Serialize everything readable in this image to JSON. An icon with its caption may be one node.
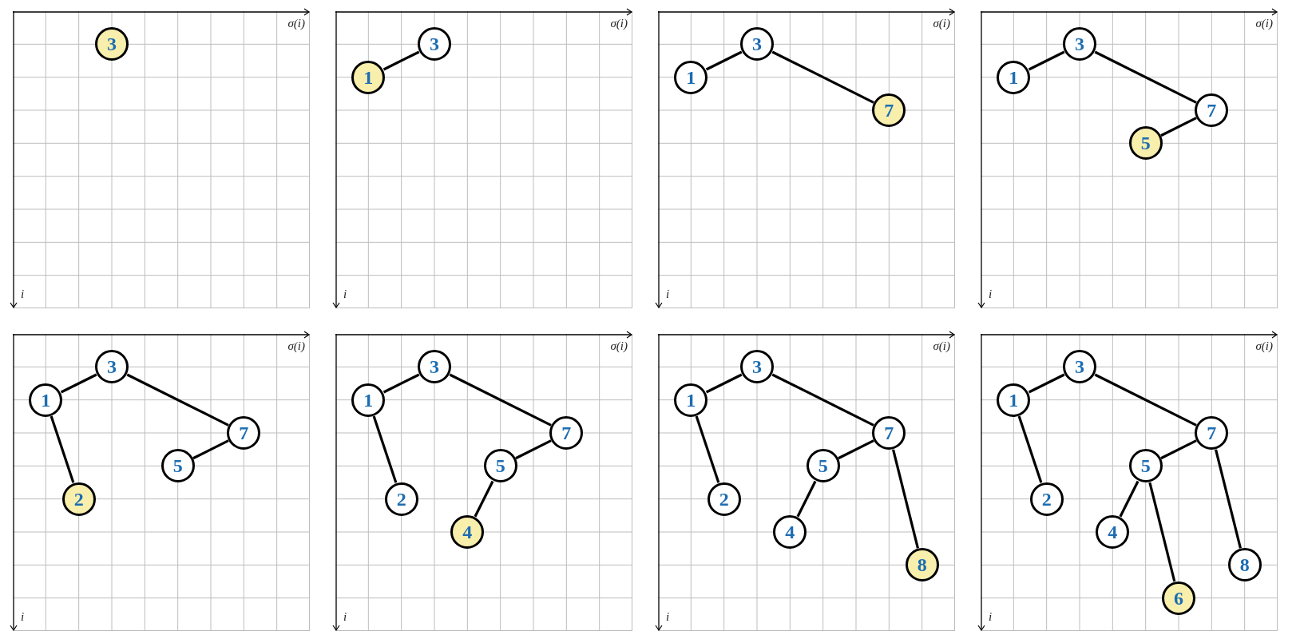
{
  "diagram": {
    "nodes": [
      {
        "text": [
          "σ(i)",
          "i"
        ]
      },
      {
        "text": [
          "3"
        ],
        "in": 0
      },
      {
        "text": [
          "σ(i)",
          "i"
        ]
      },
      {
        "text": [
          "3"
        ],
        "in": 2
      },
      {
        "text": [
          "1"
        ],
        "in": 2
      },
      {
        "text": [
          "σ(i)",
          "i"
        ]
      },
      {
        "text": [
          "3"
        ],
        "in": 5
      },
      {
        "text": [
          "1"
        ],
        "in": 5
      },
      {
        "text": [
          "7"
        ],
        "in": 5
      },
      {
        "text": [
          "σ(i)",
          "i"
        ]
      },
      {
        "text": [
          "3"
        ],
        "in": 9
      },
      {
        "text": [
          "1"
        ],
        "in": 9
      },
      {
        "text": [
          "7"
        ],
        "in": 9
      },
      {
        "text": [
          "5"
        ],
        "in": 9
      },
      {
        "text": [
          "σ(i)",
          "i"
        ]
      },
      {
        "text": [
          "3"
        ],
        "in": 14
      },
      {
        "text": [
          "1"
        ],
        "in": 14
      },
      {
        "text": [
          "7"
        ],
        "in": 14
      },
      {
        "text": [
          "5"
        ],
        "in": 14
      },
      {
        "text": [
          "2"
        ],
        "in": 14
      },
      {
        "text": [
          "σ(i)",
          "i"
        ]
      },
      {
        "text": [
          "3"
        ],
        "in": 20
      },
      {
        "text": [
          "1"
        ],
        "in": 20
      },
      {
        "text": [
          "7"
        ],
        "in": 20
      },
      {
        "text": [
          "5"
        ],
        "in": 20
      },
      {
        "text": [
          "2"
        ],
        "in": 20
      },
      {
        "text": [
          "4"
        ],
        "in": 20
      },
      {
        "text": [
          "σ(i)",
          "i"
        ]
      },
      {
        "text": [
          "3"
        ],
        "in": 27
      },
      {
        "text": [
          "1"
        ],
        "in": 27
      },
      {
        "text": [
          "7"
        ],
        "in": 27
      },
      {
        "text": [
          "5"
        ],
        "in": 27
      },
      {
        "text": [
          "2"
        ],
        "in": 27
      },
      {
        "text": [
          "4"
        ],
        "in": 27
      },
      {
        "text": [
          "8"
        ],
        "in": 27
      },
      {
        "text": [
          "σ(i)",
          "i"
        ]
      },
      {
        "text": [
          "3"
        ],
        "in": 35
      },
      {
        "text": [
          "1"
        ],
        "in": 35
      },
      {
        "text": [
          "7"
        ],
        "in": 35
      },
      {
        "text": [
          "5"
        ],
        "in": 35
      },
      {
        "text": [
          "2"
        ],
        "in": 35
      },
      {
        "text": [
          "4"
        ],
        "in": 35
      },
      {
        "text": [
          "8"
        ],
        "in": 35
      },
      {
        "text": [
          "6"
        ],
        "in": 35
      }
    ],
    "edges": [
      {
        "from": 3,
        "to": 4,
        "arrow": "none"
      },
      {
        "from": 6,
        "to": 7,
        "arrow": "none"
      },
      {
        "from": 6,
        "to": 8,
        "arrow": "none"
      },
      {
        "from": 10,
        "to": 11,
        "arrow": "none"
      },
      {
        "from": 10,
        "to": 12,
        "arrow": "none"
      },
      {
        "from": 12,
        "to": 13,
        "arrow": "none"
      },
      {
        "from": 15,
        "to": 16,
        "arrow": "none"
      },
      {
        "from": 15,
        "to": 17,
        "arrow": "none"
      },
      {
        "from": 17,
        "to": 18,
        "arrow": "none"
      },
      {
        "from": 16,
        "to": 19,
        "arrow": "none"
      },
      {
        "from": 21,
        "to": 22,
        "arrow": "none"
      },
      {
        "from": 21,
        "to": 23,
        "arrow": "none"
      },
      {
        "from": 23,
        "to": 24,
        "arrow": "none"
      },
      {
        "from": 22,
        "to": 25,
        "arrow": "none"
      },
      {
        "from": 24,
        "to": 26,
        "arrow": "none"
      },
      {
        "from": 28,
        "to": 29,
        "arrow": "none"
      },
      {
        "from": 28,
        "to": 30,
        "arrow": "none"
      },
      {
        "from": 30,
        "to": 31,
        "arrow": "none"
      },
      {
        "from": 29,
        "to": 32,
        "arrow": "none"
      },
      {
        "from": 31,
        "to": 33,
        "arrow": "none"
      },
      {
        "from": 30,
        "to": 34,
        "arrow": "none"
      },
      {
        "from": 36,
        "to": 37,
        "arrow": "none"
      },
      {
        "from": 36,
        "to": 38,
        "arrow": "none"
      },
      {
        "from": 38,
        "to": 39,
        "arrow": "none"
      },
      {
        "from": 37,
        "to": 40,
        "arrow": "none"
      },
      {
        "from": 39,
        "to": 41,
        "arrow": "none"
      },
      {
        "from": 38,
        "to": 42,
        "arrow": "none"
      },
      {
        "from": 39,
        "to": 43,
        "arrow": "none"
      }
    ]
  }
}
